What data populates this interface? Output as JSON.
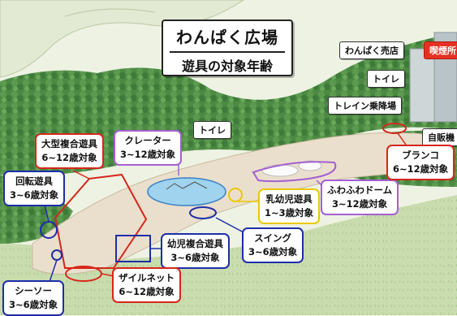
{
  "title": "わんぱく広場",
  "subtitle": "遊具の対象年齢",
  "facilities": {
    "shop": "わんぱく売店",
    "toilet_top": "トイレ",
    "station": "トレイン乗降場",
    "smoking": "喫煙所",
    "vending": "自販機",
    "toilet_center": "トイレ"
  },
  "equipment": {
    "large_complex": {
      "name": "大型複合遊具",
      "age": "6~12歳対象"
    },
    "crater": {
      "name": "クレーター",
      "age": "3~12歳対象"
    },
    "rotating": {
      "name": "回転遊具",
      "age": "3~6歳対象"
    },
    "infant": {
      "name": "乳幼児遊具",
      "age": "1~3歳対象"
    },
    "fuwafuwa": {
      "name": "ふわふわドーム",
      "age": "3~12歳対象"
    },
    "swing": {
      "name": "ブランコ",
      "age": "6~12歳対象"
    },
    "swing2": {
      "name": "スイング",
      "age": "3~6歳対象"
    },
    "toddler_complex": {
      "name": "幼児複合遊具",
      "age": "3~6歳対象"
    },
    "zipline": {
      "name": "ザイルネット",
      "age": "6~12歳対象"
    },
    "seesaw": {
      "name": "シーソー",
      "age": "3~6歳対象"
    }
  },
  "colors": {
    "red": "#d6261b",
    "blue": "#1d2ea8",
    "purple": "#a55fd2",
    "yellow": "#e9c900",
    "tree": "#3f7e3c",
    "ground": "#e8dccb"
  }
}
